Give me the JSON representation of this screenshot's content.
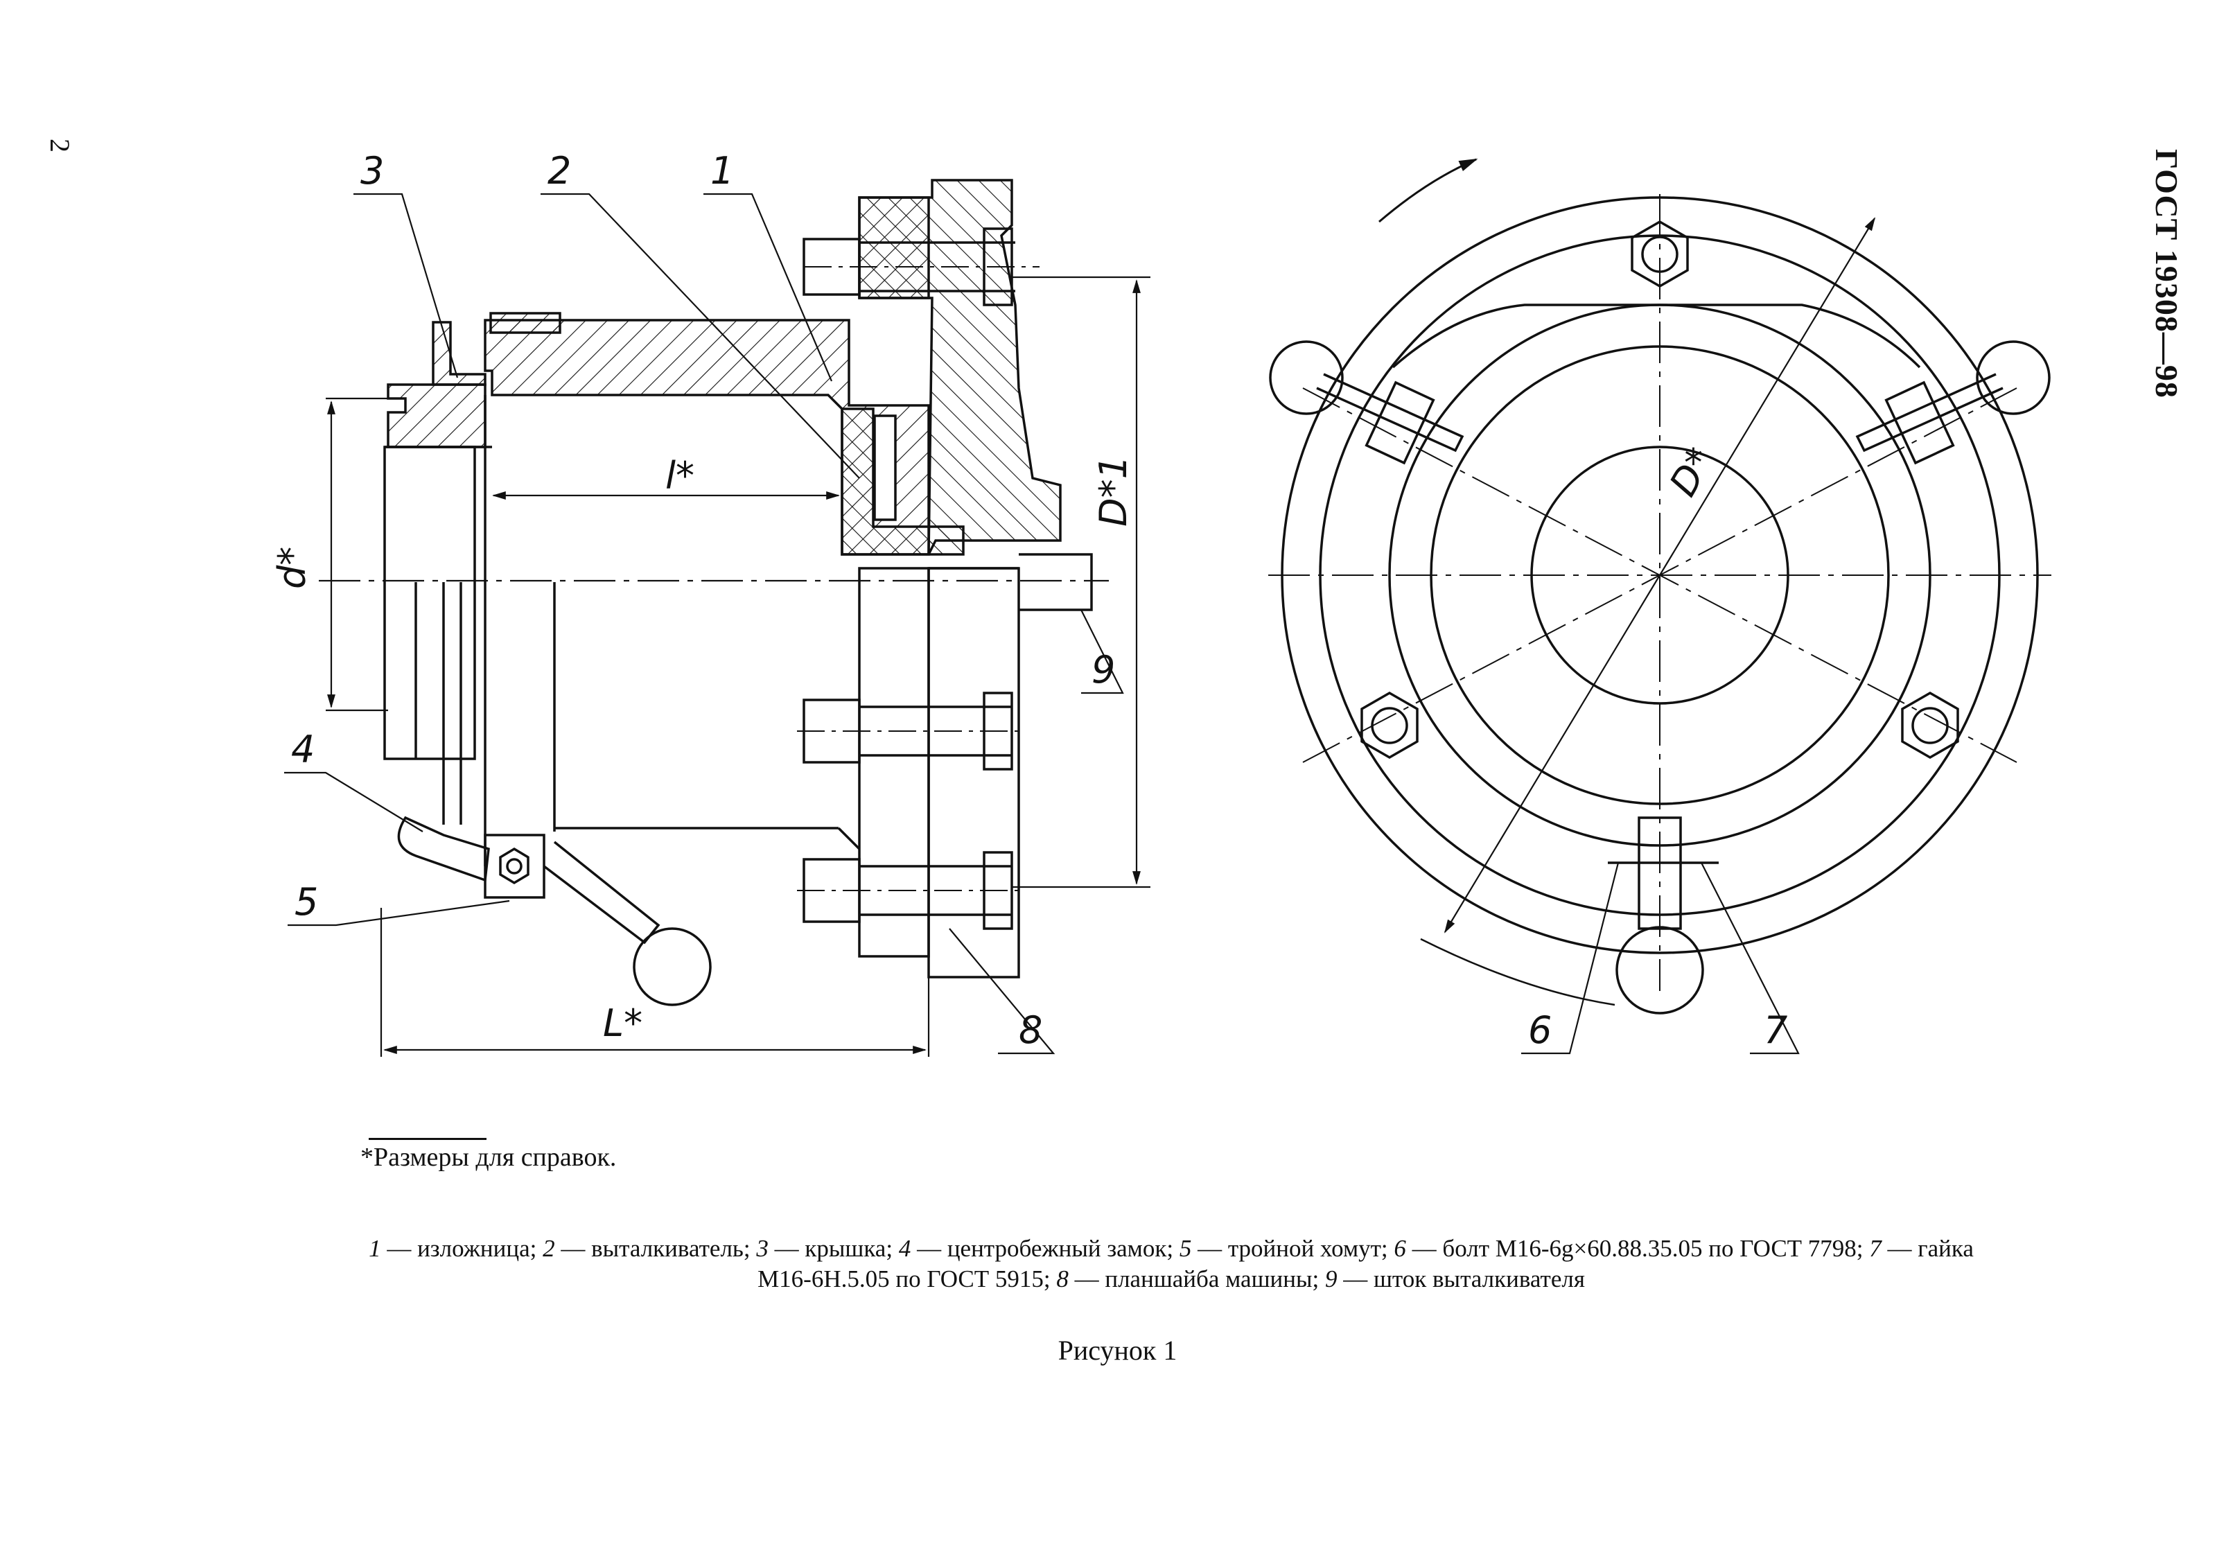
{
  "page": {
    "number": "2",
    "side_title": "ГОСТ 19308—98"
  },
  "drawing": {
    "labels": {
      "l1": "1",
      "l2": "2",
      "l3": "3",
      "l4": "4",
      "l5": "5",
      "l6": "6",
      "l7": "7",
      "l8": "8",
      "l9": "9"
    },
    "dims": {
      "l": "l*",
      "d": "d*",
      "D1": "D*1",
      "D": "D*",
      "L": "L*"
    }
  },
  "footnote": "*Размеры для справок.",
  "caption": {
    "line1": [
      {
        "num": "1",
        "text": " — изложница; "
      },
      {
        "num": "2",
        "text": " — выталкиватель; "
      },
      {
        "num": "3",
        "text": " — крышка; "
      },
      {
        "num": "4",
        "text": " — центробежный замок; "
      },
      {
        "num": "5",
        "text": " — тройной хомут; "
      },
      {
        "num": "6",
        "text": " — болт М16-6g×60.88.35.05 по ГОСТ 7798; "
      },
      {
        "num": "7",
        "text": " — гайка"
      }
    ],
    "line2": [
      {
        "num": "",
        "text": "М16-6Н.5.05 по ГОСТ 5915; "
      },
      {
        "num": "8",
        "text": " — планшайба машины; "
      },
      {
        "num": "9",
        "text": " — шток выталкивателя"
      }
    ]
  },
  "figure_title": "Рисунок 1"
}
